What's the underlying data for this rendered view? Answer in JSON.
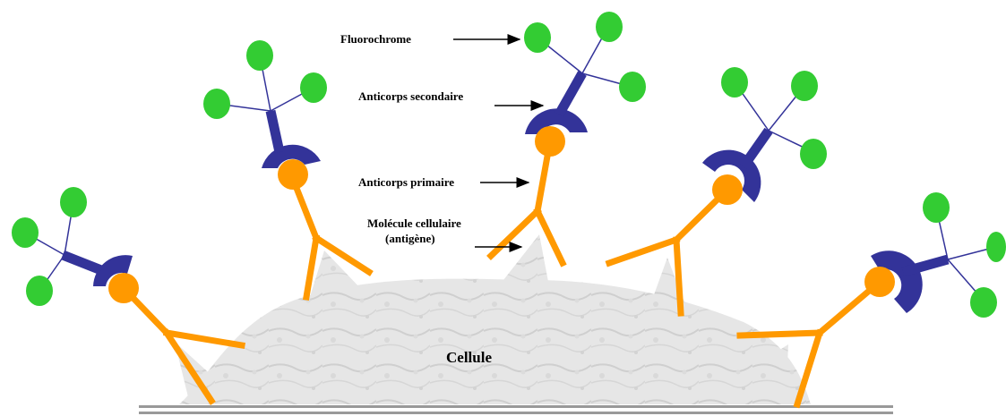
{
  "labels": {
    "fluorochrome": "Fluorochrome",
    "secondary_antibody": "Anticorps secondaire",
    "primary_antibody": "Anticorps primaire",
    "antigen_line1": "Molécule cellulaire",
    "antigen_line2": "(antigène)",
    "cell": "Cellule"
  },
  "colors": {
    "primary_antibody": "#FF9900",
    "secondary_antibody": "#333399",
    "fluorochrome": "#33CC33",
    "cell": "#E6E6E6",
    "slide": "#999999"
  }
}
